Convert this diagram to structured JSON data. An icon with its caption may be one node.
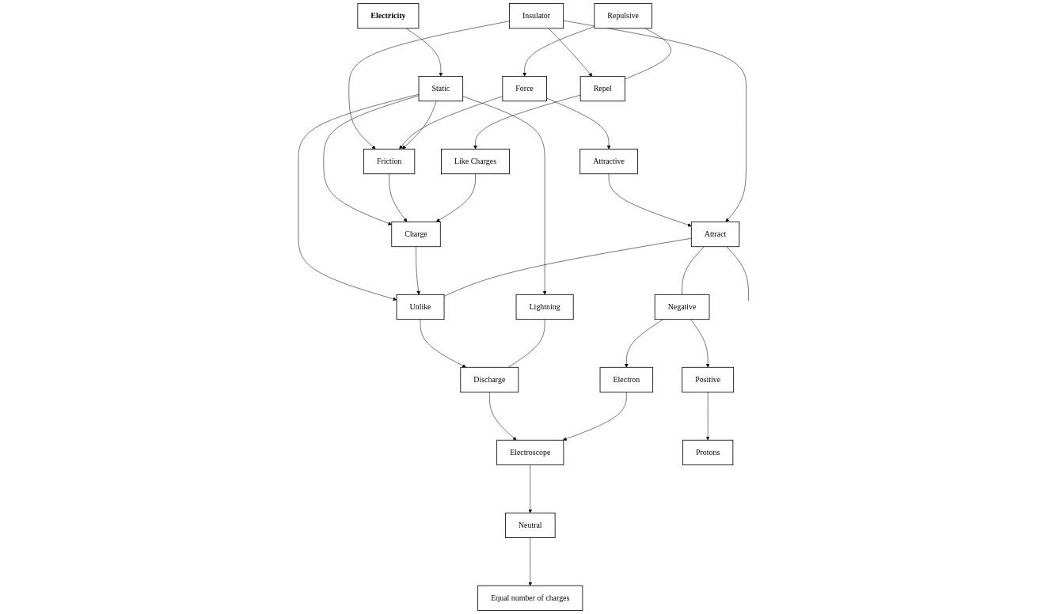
{
  "diagram": {
    "nodes": [
      {
        "text": [
          "Repulsive"
        ]
      },
      {
        "text": [
          "Attractive"
        ]
      },
      {
        "text": [
          "Force"
        ]
      },
      {
        "text": [
          "Electricity"
        ]
      },
      {
        "text": [
          "Lightning"
        ]
      },
      {
        "text": [
          "Insulator"
        ]
      },
      {
        "text": [
          "Attract"
        ]
      },
      {
        "text": [
          "Static"
        ]
      },
      {
        "text": [
          "Neutral"
        ]
      },
      {
        "text": [
          "Electroscope"
        ]
      },
      {
        "text": [
          "Friction"
        ]
      },
      {
        "text": [
          "Charge"
        ]
      },
      {
        "text": [
          "Unlike"
        ]
      },
      {
        "text": [
          "Equal number of charges"
        ]
      },
      {
        "text": [
          "Repel"
        ]
      },
      {
        "text": [
          "Like Charges"
        ]
      },
      {
        "text": [
          "Discharge"
        ]
      },
      {
        "text": [
          "Protons"
        ]
      },
      {
        "text": [
          "Positive"
        ]
      },
      {
        "text": [
          "Negative"
        ]
      },
      {
        "text": [
          "Electron"
        ]
      }
    ],
    "edges": [
      {
        "from": 0,
        "to": 2,
        "arrow": "to"
      },
      {
        "from": 2,
        "to": 1,
        "arrow": "to"
      },
      {
        "from": 1,
        "to": 6,
        "arrow": "to"
      },
      {
        "from": 5,
        "to": 6,
        "arrow": "to"
      },
      {
        "from": 5,
        "to": 10,
        "arrow": "to"
      },
      {
        "from": 5,
        "to": 14,
        "arrow": "to"
      },
      {
        "from": 2,
        "to": 10,
        "arrow": "to"
      },
      {
        "from": 3,
        "to": 7,
        "arrow": "to"
      },
      {
        "from": 7,
        "to": 10,
        "arrow": "to"
      },
      {
        "from": 7,
        "to": 11,
        "arrow": "to"
      },
      {
        "from": 7,
        "to": 12,
        "arrow": "to"
      },
      {
        "from": 7,
        "to": 4,
        "arrow": "to"
      },
      {
        "from": 10,
        "to": 11,
        "arrow": "to"
      },
      {
        "from": 11,
        "to": 12,
        "arrow": "to"
      },
      {
        "from": 15,
        "to": 11,
        "arrow": "to"
      },
      {
        "from": 14,
        "to": 15,
        "arrow": "to"
      },
      {
        "from": 12,
        "to": 16,
        "arrow": "to"
      },
      {
        "from": 16,
        "to": 9,
        "arrow": "to"
      },
      {
        "from": 9,
        "to": 8,
        "arrow": "to"
      },
      {
        "from": 8,
        "to": 13,
        "arrow": "to"
      },
      {
        "from": 20,
        "to": 9,
        "arrow": "to"
      },
      {
        "from": 19,
        "to": 18,
        "arrow": "to"
      },
      {
        "from": 19,
        "to": 20,
        "arrow": "to"
      },
      {
        "from": 18,
        "to": 17,
        "arrow": "to"
      },
      {
        "from": 0,
        "to": 14,
        "arrow": "none"
      },
      {
        "from": 6,
        "to": 12,
        "arrow": "none"
      },
      {
        "from": 6,
        "to": null,
        "arrow": "none"
      },
      {
        "from": 6,
        "to": 19,
        "arrow": "none"
      },
      {
        "from": 4,
        "to": 16,
        "arrow": "none"
      }
    ]
  }
}
